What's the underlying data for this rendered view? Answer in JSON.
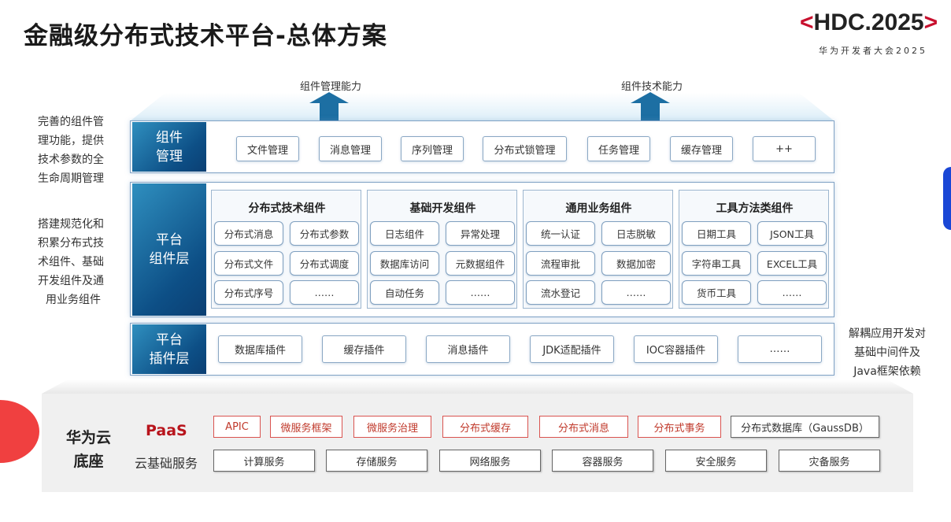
{
  "title": "金融级分布式技术平台-总体方案",
  "logo": {
    "left": "<",
    "text": "HDC.2025",
    "right": ">",
    "sub": "华为开发者大会2025"
  },
  "arrows": [
    "组件管理能力",
    "组件技术能力"
  ],
  "side_left": [
    [
      "完善的组件管",
      "理功能，提供",
      "技术参数的全",
      "生命周期管理"
    ],
    [
      "搭建规范化和",
      "积累分布式技",
      "术组件、基础",
      "开发组件及通",
      "用业务组件"
    ]
  ],
  "side_right": [
    "解耦应用开发对",
    "基础中间件及",
    "Java框架依赖"
  ],
  "layer_mgmt": {
    "label": [
      "组件",
      "管理"
    ],
    "items": [
      "文件管理",
      "消息管理",
      "序列管理",
      "分布式锁管理",
      "任务管理",
      "缓存管理",
      "++"
    ]
  },
  "layer_comp": {
    "label": [
      "平台",
      "组件层"
    ],
    "groups": [
      {
        "title": "分布式技术组件",
        "items": [
          "分布式消息",
          "分布式参数",
          "分布式文件",
          "分布式调度",
          "分布式序号",
          "……"
        ]
      },
      {
        "title": "基础开发组件",
        "items": [
          "日志组件",
          "异常处理",
          "数据库访问",
          "元数据组件",
          "自动任务",
          "……"
        ]
      },
      {
        "title": "通用业务组件",
        "items": [
          "统一认证",
          "日志脱敏",
          "流程审批",
          "数据加密",
          "流水登记",
          "……"
        ]
      },
      {
        "title": "工具方法类组件",
        "items": [
          "日期工具",
          "JSON工具",
          "字符串工具",
          "EXCEL工具",
          "货币工具",
          "……"
        ]
      }
    ]
  },
  "layer_plugin": {
    "label": [
      "平台",
      "插件层"
    ],
    "items": [
      "数据库插件",
      "缓存插件",
      "消息插件",
      "JDK适配插件",
      "IOC容器插件",
      "……"
    ]
  },
  "base": {
    "label": [
      "华为云",
      "底座"
    ],
    "paas_label": "PaaS",
    "paas": [
      "APIC",
      "微服务框架",
      "微服务治理",
      "分布式缓存",
      "分布式消息",
      "分布式事务",
      "分布式数据库（GaussDB）"
    ],
    "infra_label": "云基础服务",
    "infra": [
      "计算服务",
      "存储服务",
      "网络服务",
      "容器服务",
      "安全服务",
      "灾备服务"
    ]
  },
  "colors": {
    "accent": "#0d4f86",
    "red": "#c8102e"
  }
}
